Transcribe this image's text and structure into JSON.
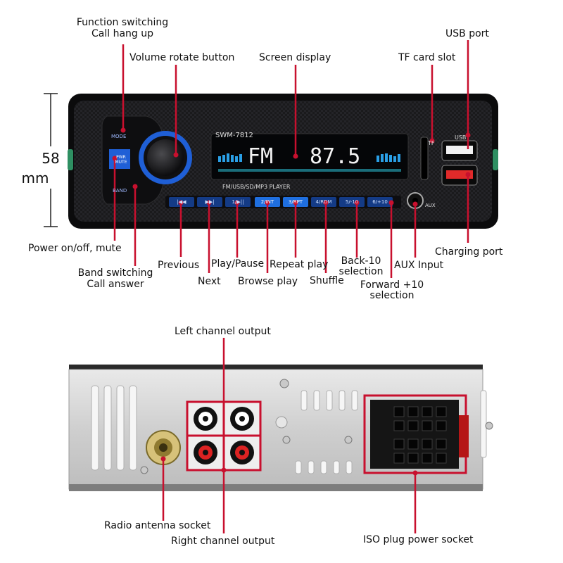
{
  "front": {
    "model": "SWM-7812",
    "player_text": "FM/USB/SD/MP3  PLAYER",
    "display": {
      "band": "FM",
      "frequency": "87.5"
    },
    "knob_labels": {
      "mode": "MODE",
      "pwr_mute": "PWR MUTE",
      "band": "BAND"
    },
    "buttons": [
      "|◀◀",
      "▶▶|",
      "1/▶||",
      "2/INT",
      "3/RPT",
      "4/RDM",
      "5/-10",
      "6/+10"
    ],
    "tf_label": "TF",
    "usb_label": "USB",
    "aux_label": "AUX"
  },
  "dimension": {
    "value": "58",
    "unit": "mm"
  },
  "labels": {
    "function_switching": [
      "Function switching",
      "Call hang up"
    ],
    "volume": "Volume rotate button",
    "screen": "Screen display",
    "tf_slot": "TF card slot",
    "usb_port": "USB port",
    "power": "Power on/off, mute",
    "band_switching": [
      "Band switching",
      "Call answer"
    ],
    "previous": "Previous",
    "next": "Next",
    "play_pause": "Play/Pause",
    "repeat": "Repeat play",
    "browse": "Browse play",
    "shuffle": "Shuffle",
    "back10": [
      "Back-10",
      "selection"
    ],
    "forward10": [
      "Forward +10",
      "selection"
    ],
    "aux": "AUX Input",
    "charging": "Charging port",
    "left_channel": "Left channel output",
    "antenna": "Radio antenna socket",
    "right_channel": "Right channel output",
    "iso": "ISO plug power socket"
  },
  "colors": {
    "accent": "#c8102e",
    "panel_blue": "#1f5fd6",
    "display_bg": "#050608"
  }
}
